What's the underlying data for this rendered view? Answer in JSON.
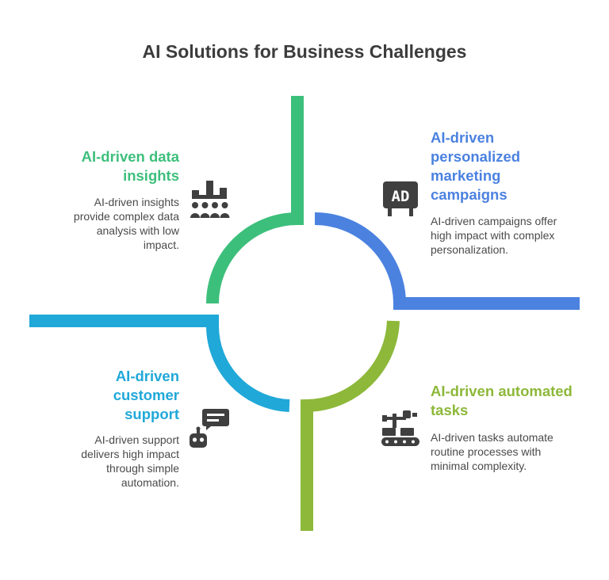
{
  "title": "AI Solutions for Business Challenges",
  "colors": {
    "green": "#3dbf7c",
    "blue": "#4b82e0",
    "lime": "#8db83a",
    "cyan": "#20a8d8",
    "text": "#3c3c3c",
    "icon": "#3f3f3f"
  },
  "quadrants": {
    "data_insights": {
      "title": "AI-driven data insights",
      "description": "AI-driven insights provide complex data analysis with low impact.",
      "icon": "bar-chart-audience-icon"
    },
    "marketing": {
      "title": "AI-driven personalized marketing campaigns",
      "description": "AI-driven campaigns offer high impact with complex personalization.",
      "icon": "ad-board-icon",
      "icon_text": "AD"
    },
    "automation": {
      "title": "AI-driven automated tasks",
      "description": "AI-driven tasks automate routine processes with minimal complexity.",
      "icon": "robot-arm-conveyor-icon"
    },
    "support": {
      "title": "AI-driven customer support",
      "description": "AI-driven support delivers high impact through simple automation.",
      "icon": "chatbot-icon"
    }
  }
}
